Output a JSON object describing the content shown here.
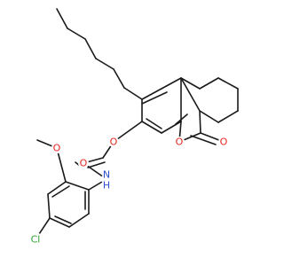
{
  "structure_type": "chemical-structure",
  "atom_labels": {
    "ring_oxygen": "O",
    "lactone_carbonyl_oxygen": "O",
    "ether_oxygen": "O",
    "amide_oxygen": "O",
    "methoxy_oxygen": "O",
    "amide_nitrogen": "N",
    "amide_hydrogen": "H",
    "chlorine": "Cl"
  },
  "colors": {
    "bond": "#1a1a1a",
    "oxygen": "#e8251f",
    "nitrogen": "#2e4fd0",
    "chlorine": "#2fa12f"
  }
}
